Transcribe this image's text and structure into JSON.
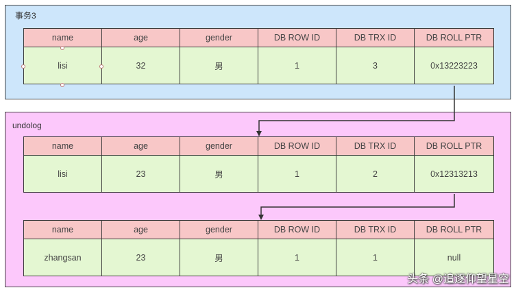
{
  "colors": {
    "transaction_panel": "#cde6fb",
    "undolog_panel": "#fcc8fb",
    "header_cell": "#f8c7c7",
    "value_cell": "#e4f7d2",
    "arrow": "#333333"
  },
  "transaction": {
    "title": "事务3",
    "record": {
      "headers": [
        "name",
        "age",
        "gender",
        "DB ROW ID",
        "DB TRX ID",
        "DB ROLL PTR"
      ],
      "values": [
        "lisi",
        "32",
        "男",
        "1",
        "3",
        "0x13223223"
      ]
    }
  },
  "undolog": {
    "title": "undolog",
    "records": [
      {
        "headers": [
          "name",
          "age",
          "gender",
          "DB ROW ID",
          "DB TRX ID",
          "DB ROLL PTR"
        ],
        "values": [
          "lisi",
          "23",
          "男",
          "1",
          "2",
          "0x12313213"
        ]
      },
      {
        "headers": [
          "name",
          "age",
          "gender",
          "DB ROW ID",
          "DB TRX ID",
          "DB ROLL PTR"
        ],
        "values": [
          "zhangsan",
          "23",
          "男",
          "1",
          "1",
          "null"
        ]
      }
    ]
  },
  "watermark": "头条 @追逐仰望星空"
}
